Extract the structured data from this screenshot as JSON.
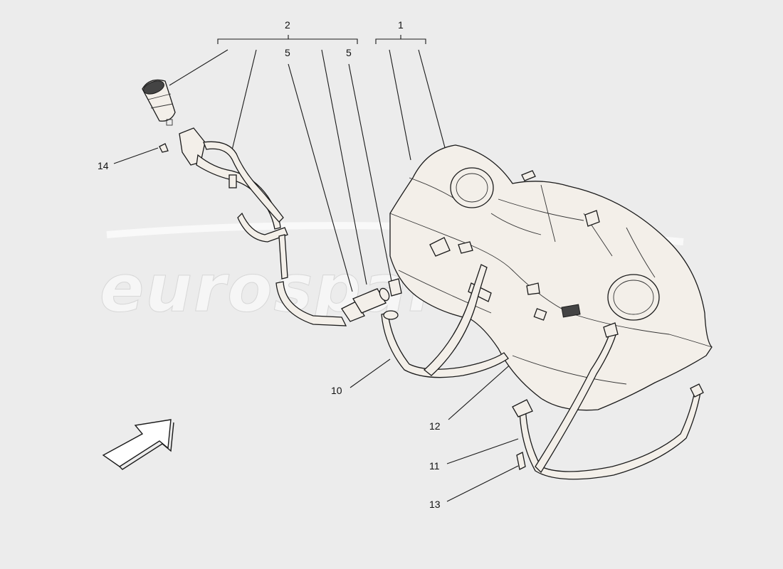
{
  "watermark": {
    "text": "eurospares"
  },
  "callouts": {
    "group_2": "2",
    "group_1": "1",
    "part_5_left": "5",
    "part_5_right": "5",
    "part_14": "14",
    "part_10": "10",
    "part_12": "12",
    "part_11": "11",
    "part_13": "13"
  }
}
